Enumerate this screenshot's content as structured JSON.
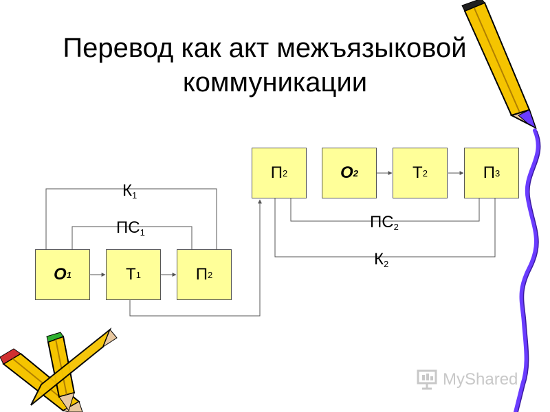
{
  "title": {
    "line1": "Перевод как акт межъязыковой",
    "line2": "коммуникации"
  },
  "boxes": {
    "o1": {
      "base": "О",
      "sub": "1"
    },
    "t1": {
      "base": "Т",
      "sub": "1"
    },
    "p2_left": {
      "base": "П",
      "sub": "2"
    },
    "p2_right": {
      "base": "П",
      "sub": "2"
    },
    "o2": {
      "base": "О",
      "sub": "2"
    },
    "t2": {
      "base": "Т",
      "sub": "2"
    },
    "p3": {
      "base": "П",
      "sub": "3"
    }
  },
  "labels": {
    "k1": {
      "base": "К",
      "sub": "1"
    },
    "ps1": {
      "base": "ПС",
      "sub": "1"
    },
    "ps2": {
      "base": "ПС",
      "sub": "2"
    },
    "k2": {
      "base": "К",
      "sub": "2"
    }
  },
  "watermark": "MyShared",
  "colors": {
    "box_fill": "#ffff99",
    "line": "#555555",
    "pencil_yellow": "#f5c400",
    "ribbon_purple": "#6a3cff"
  }
}
